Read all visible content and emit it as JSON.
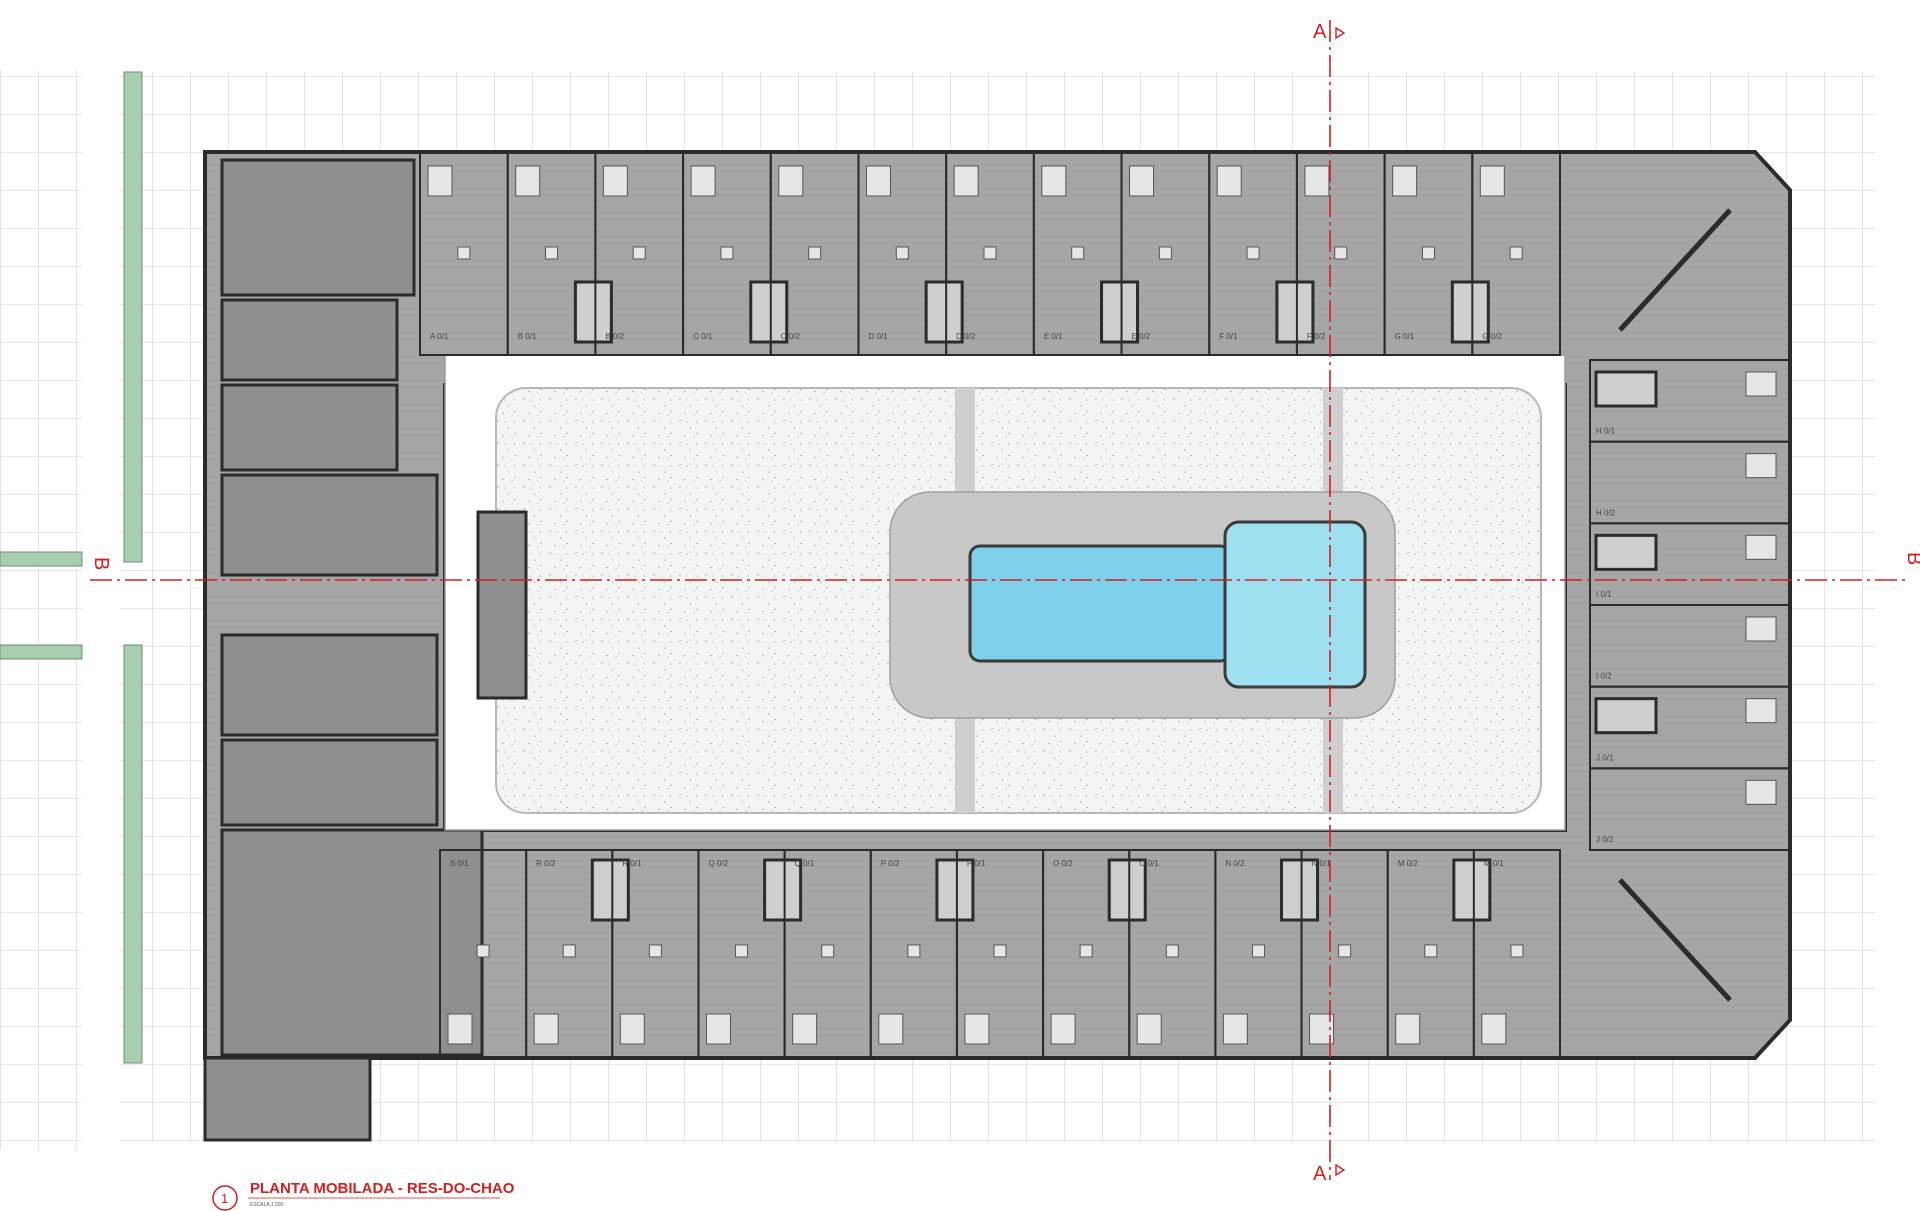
{
  "drawing": {
    "title": "PLANTA MOBILADA  - RES-DO-CHAO",
    "scale": "ESCALA 1:200",
    "number": "1"
  },
  "sections": {
    "a": "A",
    "b": "B"
  },
  "north_labels": [
    "A 0/1",
    "B 0/1",
    "B 0/2",
    "C 0/1",
    "C 0/2",
    "D 0/1",
    "D 0/2",
    "E 0/1",
    "E 0/2",
    "F 0/1",
    "F 0/2",
    "G 0/1",
    "G 0/2"
  ],
  "south_labels": [
    "S 0/1",
    "R 0/2",
    "R 0/1",
    "Q 0/2",
    "Q 0/1",
    "P 0/2",
    "P 0/1",
    "O 0/2",
    "O 0/1",
    "N 0/2",
    "N 0/1",
    "M 0/2",
    "M 0/1"
  ],
  "east_labels": [
    "H 0/1",
    "H 0/2",
    "I 0/1",
    "I 0/2",
    "J 0/1",
    "J 0/2"
  ],
  "colors": {
    "building": "#a6a6a6",
    "building_dark": "#8f8f8f",
    "walls": "#2b2b2b",
    "courtyard": "#f3f5f4",
    "pool": "#7fd0ea",
    "pool_deep": "#9fe0f0",
    "pool_deck": "#c8c8c8",
    "section_line": "#d21f1f",
    "hedge": "#a9cdb0",
    "grid": "#bdbdbd"
  }
}
